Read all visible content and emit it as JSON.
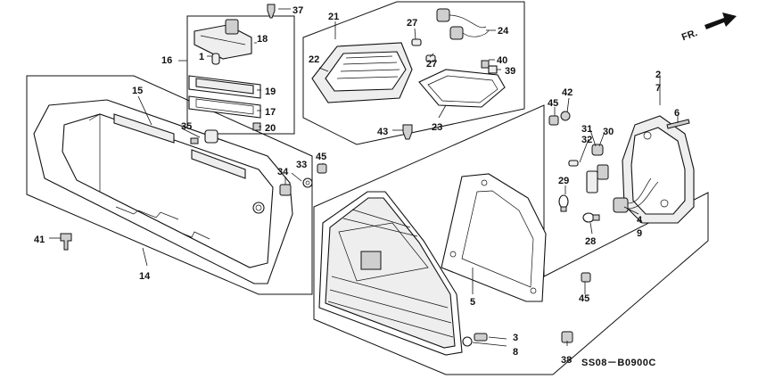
{
  "diagram": {
    "direction_label": "FR.",
    "drawing_code": "SS08－B0900C",
    "callouts": {
      "c1": "1",
      "c2": "2",
      "c3": "3",
      "c4": "4",
      "c5": "5",
      "c6": "6",
      "c7": "7",
      "c8": "8",
      "c9": "9",
      "c14": "14",
      "c15": "15",
      "c16": "16",
      "c17": "17",
      "c18": "18",
      "c19": "19",
      "c20": "20",
      "c21": "21",
      "c22": "22",
      "c23": "23",
      "c24": "24",
      "c27a": "27",
      "c27b": "27",
      "c28": "28",
      "c29": "29",
      "c30": "30",
      "c31": "31",
      "c32": "32",
      "c33": "33",
      "c34": "34",
      "c35": "35",
      "c37": "37",
      "c38": "38",
      "c39": "39",
      "c40": "40",
      "c41": "41",
      "c42": "42",
      "c43": "43",
      "c45a": "45",
      "c45b": "45",
      "c45c": "45"
    }
  }
}
